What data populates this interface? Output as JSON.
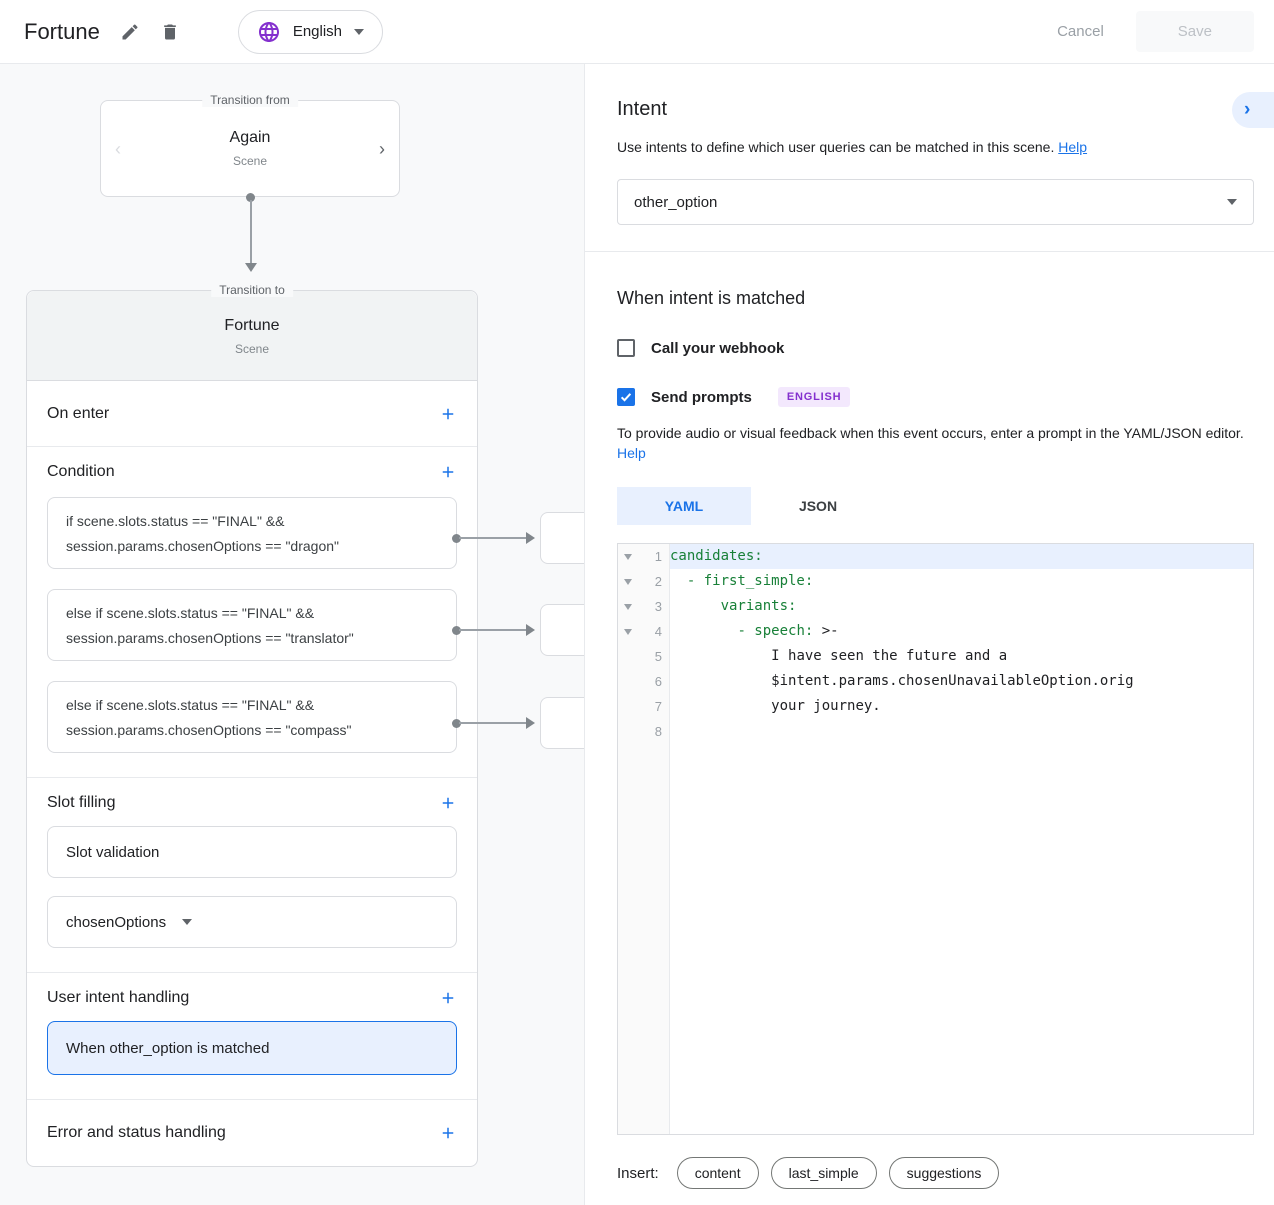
{
  "topbar": {
    "title": "Fortune",
    "language": "English",
    "cancel_label": "Cancel",
    "save_label": "Save"
  },
  "canvas": {
    "from_card": {
      "legend": "Transition from",
      "title": "Again",
      "subtitle": "Scene"
    },
    "to_card": {
      "legend": "Transition to",
      "title": "Fortune",
      "subtitle": "Scene"
    },
    "sections": {
      "on_enter": "On enter",
      "condition": "Condition",
      "conditions": [
        {
          "line1": "if scene.slots.status == \"FINAL\" &&",
          "line2": "session.params.chosenOptions == \"dragon\""
        },
        {
          "line1": "else if scene.slots.status == \"FINAL\" &&",
          "line2": "session.params.chosenOptions == \"translator\""
        },
        {
          "line1": "else if scene.slots.status == \"FINAL\" &&",
          "line2": "session.params.chosenOptions == \"compass\""
        }
      ],
      "slot_filling": "Slot filling",
      "slot_validation": "Slot validation",
      "slot_name": "chosenOptions",
      "user_intent_handling": "User intent handling",
      "intent_handler": "When other_option is matched",
      "error_handling": "Error and status handling"
    }
  },
  "intent": {
    "title": "Intent",
    "description": "Use intents to define which user queries can be matched in this scene.",
    "help_label": "Help",
    "selected_value": "other_option"
  },
  "matched": {
    "title": "When intent is matched",
    "webhook_label": "Call your webhook",
    "prompts_label": "Send prompts",
    "language_badge": "ENGLISH",
    "description": "To provide audio or visual feedback when this event occurs, enter a prompt in the YAML/JSON editor.",
    "help_label": "Help"
  },
  "editor": {
    "tabs": [
      "YAML",
      "JSON"
    ],
    "active_tab": "YAML",
    "lines": [
      {
        "num": "1",
        "pre": "",
        "key": "candidates:",
        "rest": ""
      },
      {
        "num": "2",
        "pre": "  ",
        "key": "- first_simple:",
        "rest": ""
      },
      {
        "num": "3",
        "pre": "      ",
        "key": "variants:",
        "rest": ""
      },
      {
        "num": "4",
        "pre": "        ",
        "key": "- speech:",
        "rest": " >-"
      },
      {
        "num": "5",
        "pre": "            ",
        "key": "",
        "rest": "I have seen the future and a"
      },
      {
        "num": "6",
        "pre": "            ",
        "key": "",
        "rest": "$intent.params.chosenUnavailableOption.orig"
      },
      {
        "num": "7",
        "pre": "            ",
        "key": "",
        "rest": "your journey."
      },
      {
        "num": "8",
        "pre": "",
        "key": "",
        "rest": ""
      }
    ]
  },
  "insert": {
    "label": "Insert:",
    "chips": [
      "content",
      "last_simple",
      "suggestions"
    ]
  },
  "colors": {
    "accent_blue": "#1a73e8",
    "selection_blue_bg": "#e8f0fe",
    "purple": "#8430ce",
    "purple_badge_bg": "#f3e8fd",
    "code_key_green": "#188038",
    "canvas_bg": "#f8f9fa",
    "border_gray": "#dadce0"
  }
}
